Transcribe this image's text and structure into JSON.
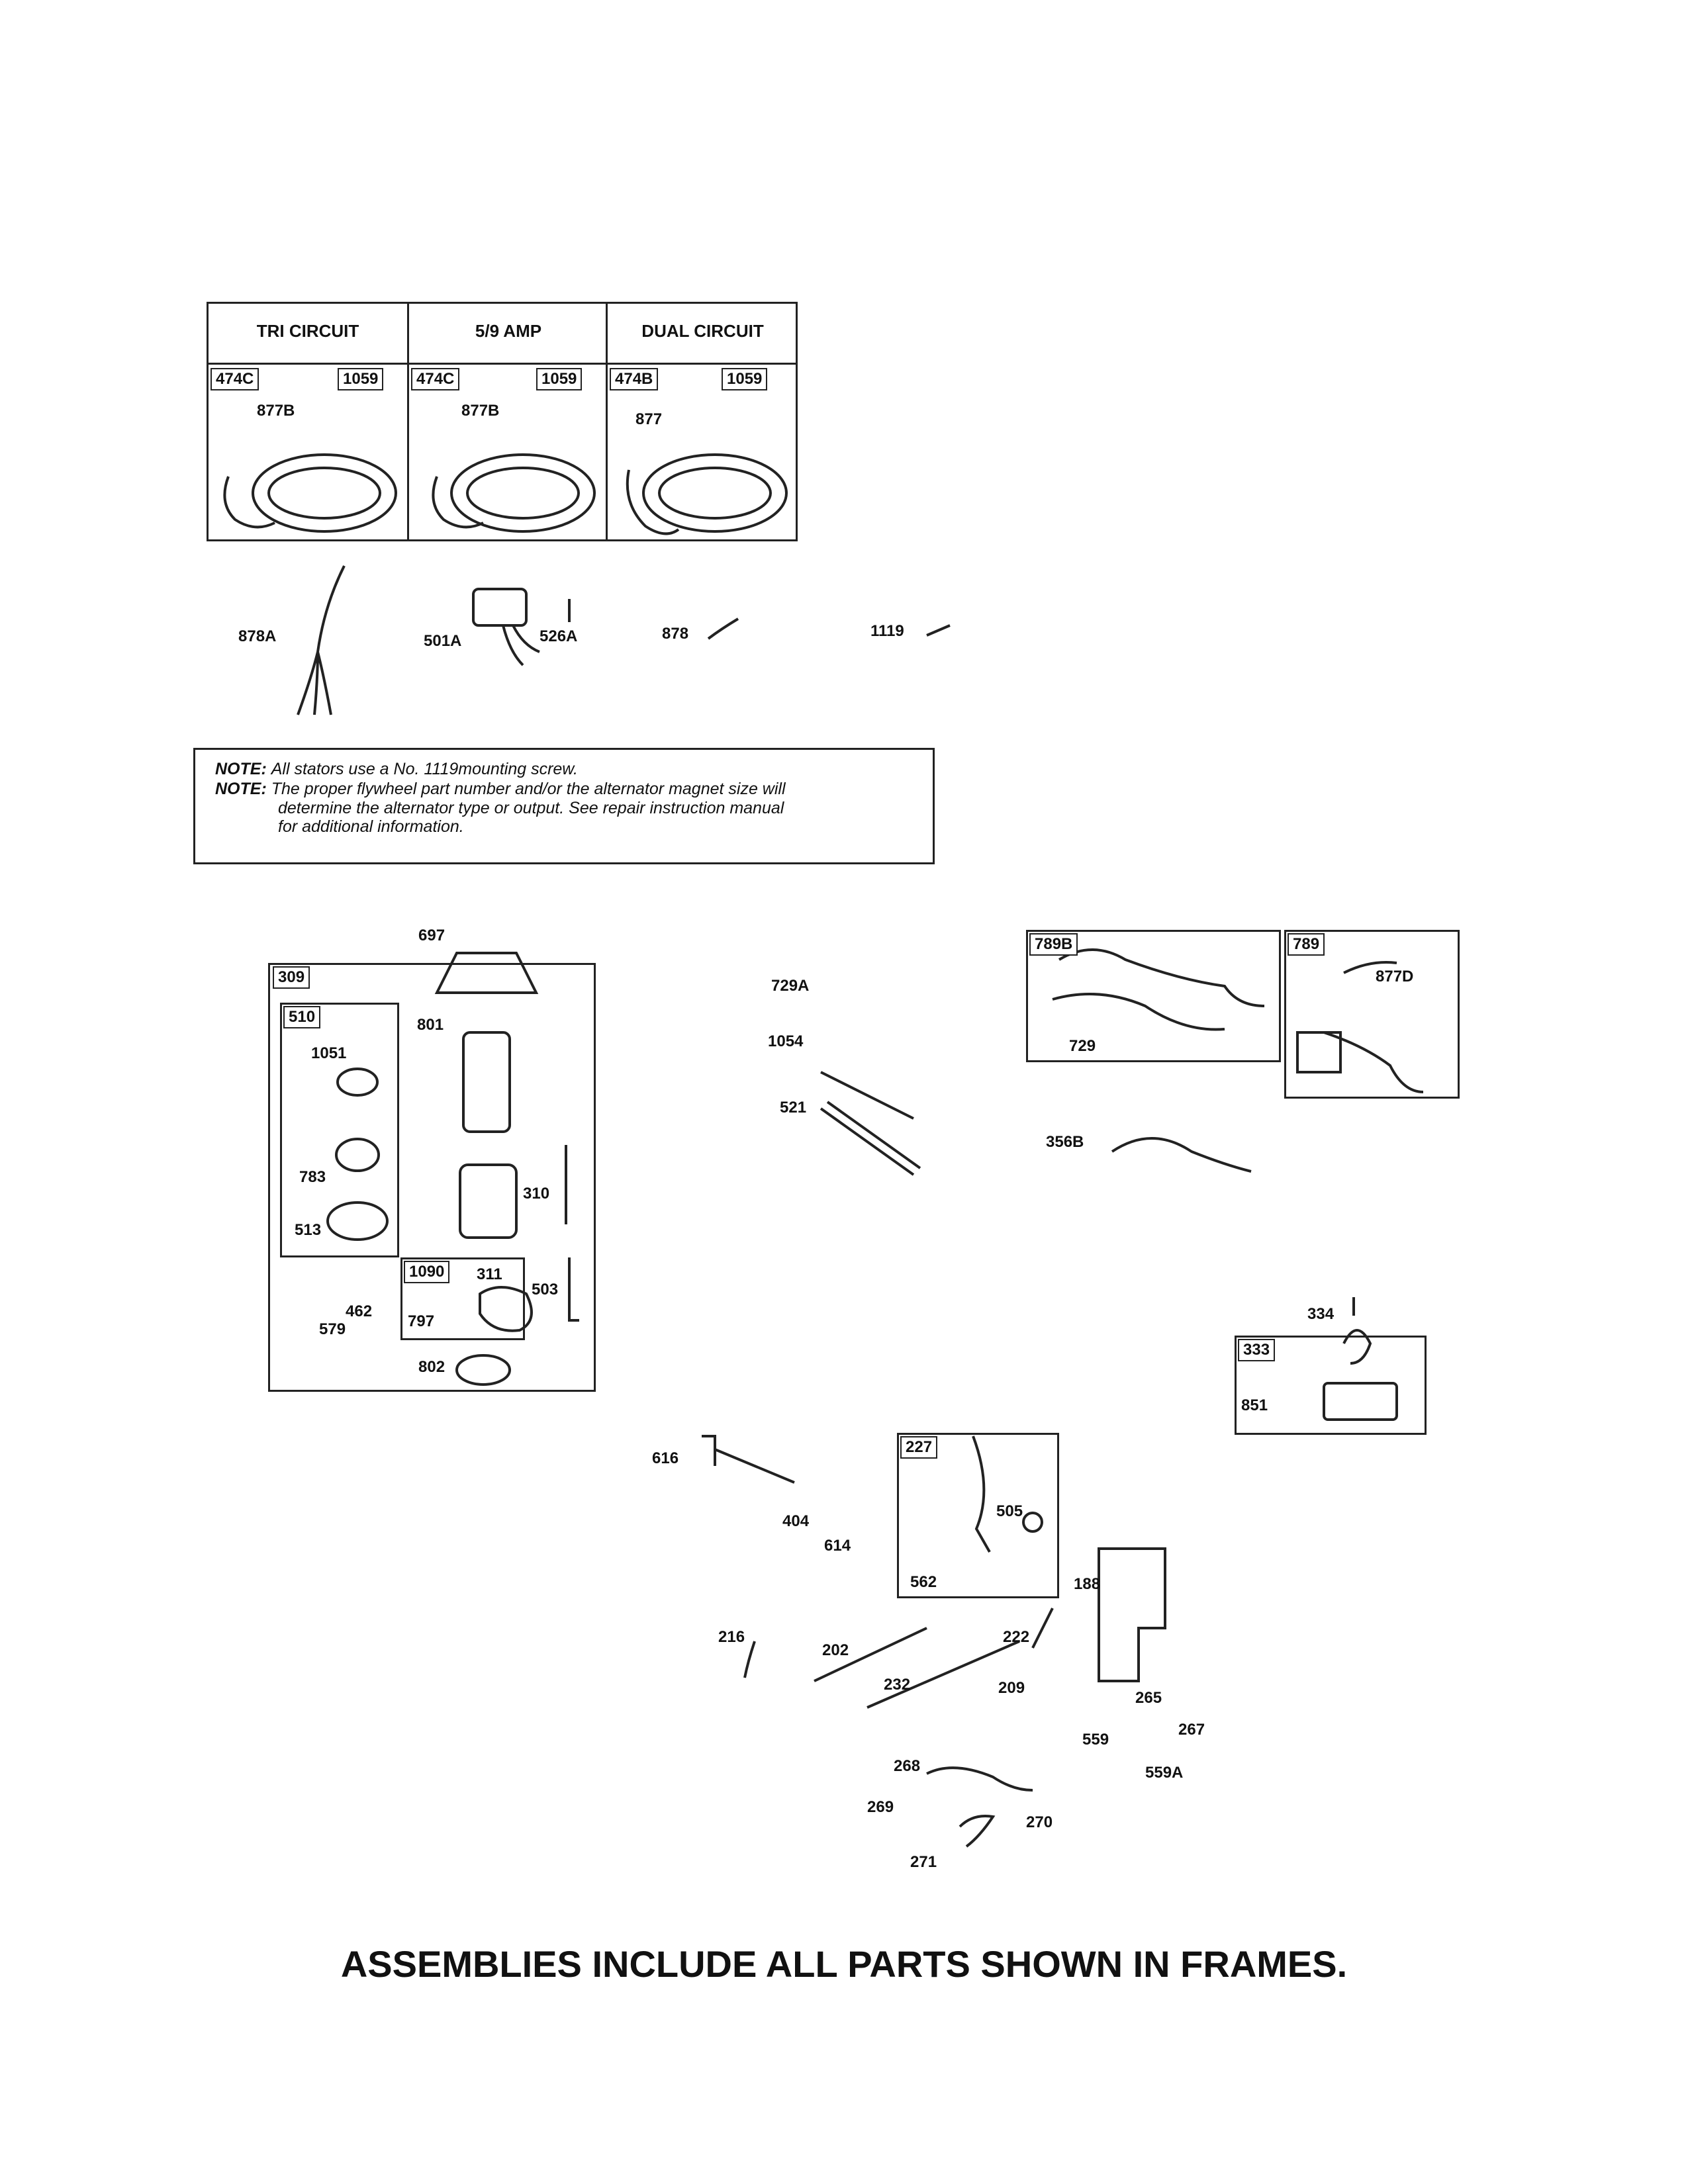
{
  "stator_table": {
    "columns": [
      {
        "header": "TRI CIRCUIT",
        "assembly": "474C",
        "hardware": "1059",
        "lead": "877B"
      },
      {
        "header": "5/9 AMP",
        "assembly": "474C",
        "hardware": "1059",
        "lead": "877B"
      },
      {
        "header": "DUAL CIRCUIT",
        "assembly": "474B",
        "hardware": "1059",
        "lead": "877"
      }
    ]
  },
  "loose_parts_row1": [
    "878A",
    "501A",
    "526A",
    "878",
    "1119"
  ],
  "note": {
    "line1_prefix": "NOTE:",
    "line1_text": "All stators use a No. 1119mounting screw.",
    "line2_prefix": "NOTE:",
    "line2_text": "The proper flywheel part number and/or the alternator magnet size will",
    "line3_text": "determine the alternator type or output. See repair instruction manual",
    "line4_text": "for additional information."
  },
  "starter": {
    "top_label": "697",
    "frame": "309",
    "subframe": "510",
    "drive_frame": "1090",
    "parts": [
      "801",
      "1051",
      "783",
      "513",
      "310",
      "311",
      "797",
      "503",
      "462",
      "579",
      "802"
    ]
  },
  "middle_parts": [
    "729A",
    "1054",
    "521"
  ],
  "harness_789B": {
    "frame": "789B",
    "part": "729"
  },
  "harness_789": {
    "frame": "789",
    "part": "877D"
  },
  "wire_356B": "356B",
  "ignition": {
    "top": "334",
    "frame": "333",
    "part": "851"
  },
  "governor": {
    "frame": "227",
    "frame_parts": [
      "505",
      "562"
    ],
    "parts": [
      "616",
      "404",
      "614",
      "188",
      "216",
      "202",
      "222",
      "232",
      "209",
      "265",
      "267",
      "559",
      "559A",
      "268",
      "269",
      "270",
      "271"
    ]
  },
  "footer": "ASSEMBLIES INCLUDE ALL PARTS SHOWN IN FRAMES."
}
